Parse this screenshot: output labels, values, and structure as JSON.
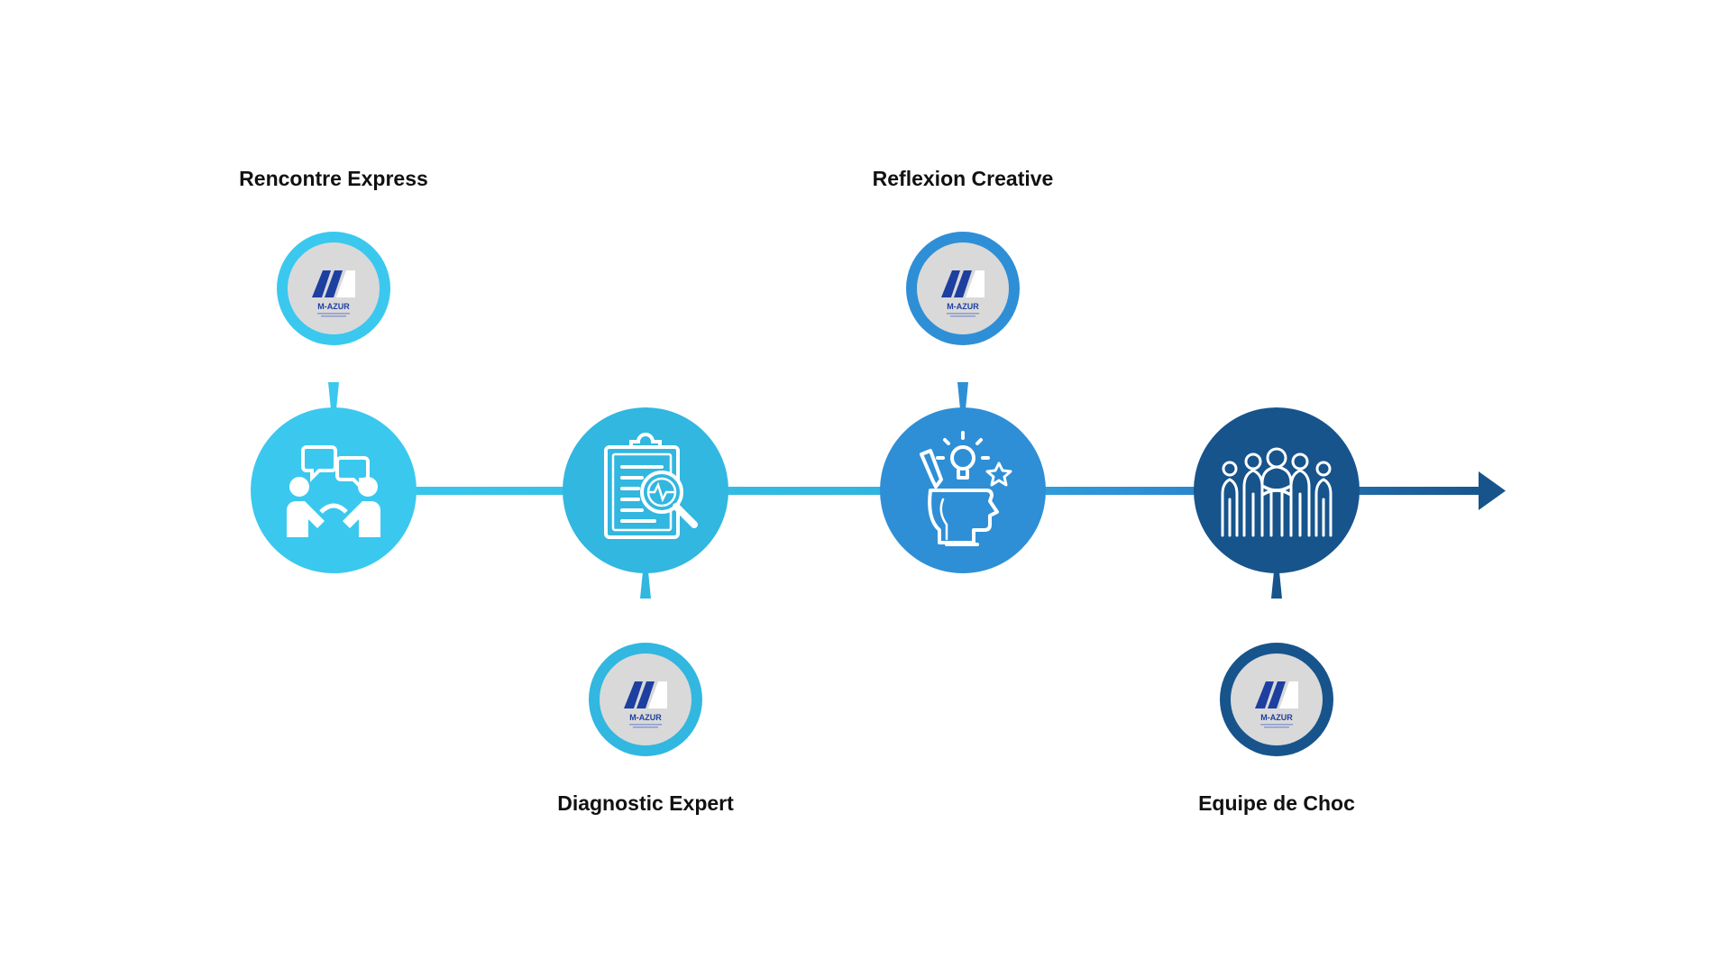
{
  "steps": [
    {
      "label": "Rencontre Express",
      "icon": "handshake-chat-icon",
      "color": "#3ac8ef",
      "logo_position": "top"
    },
    {
      "label": "Diagnostic Expert",
      "icon": "clipboard-magnifier-icon",
      "color": "#31b7e0",
      "logo_position": "bottom"
    },
    {
      "label": "Reflexion Creative",
      "icon": "head-lightbulb-icon",
      "color": "#2e8fd6",
      "logo_position": "top"
    },
    {
      "label": "Equipe de Choc",
      "icon": "team-group-icon",
      "color": "#17548c",
      "logo_position": "bottom"
    }
  ],
  "logo": {
    "text": "M-AZUR",
    "primary_color": "#1d3fa0",
    "background_color": "#d9d9d9"
  },
  "line_colors": {
    "start": "#3ac8ef",
    "end": "#17548c"
  }
}
